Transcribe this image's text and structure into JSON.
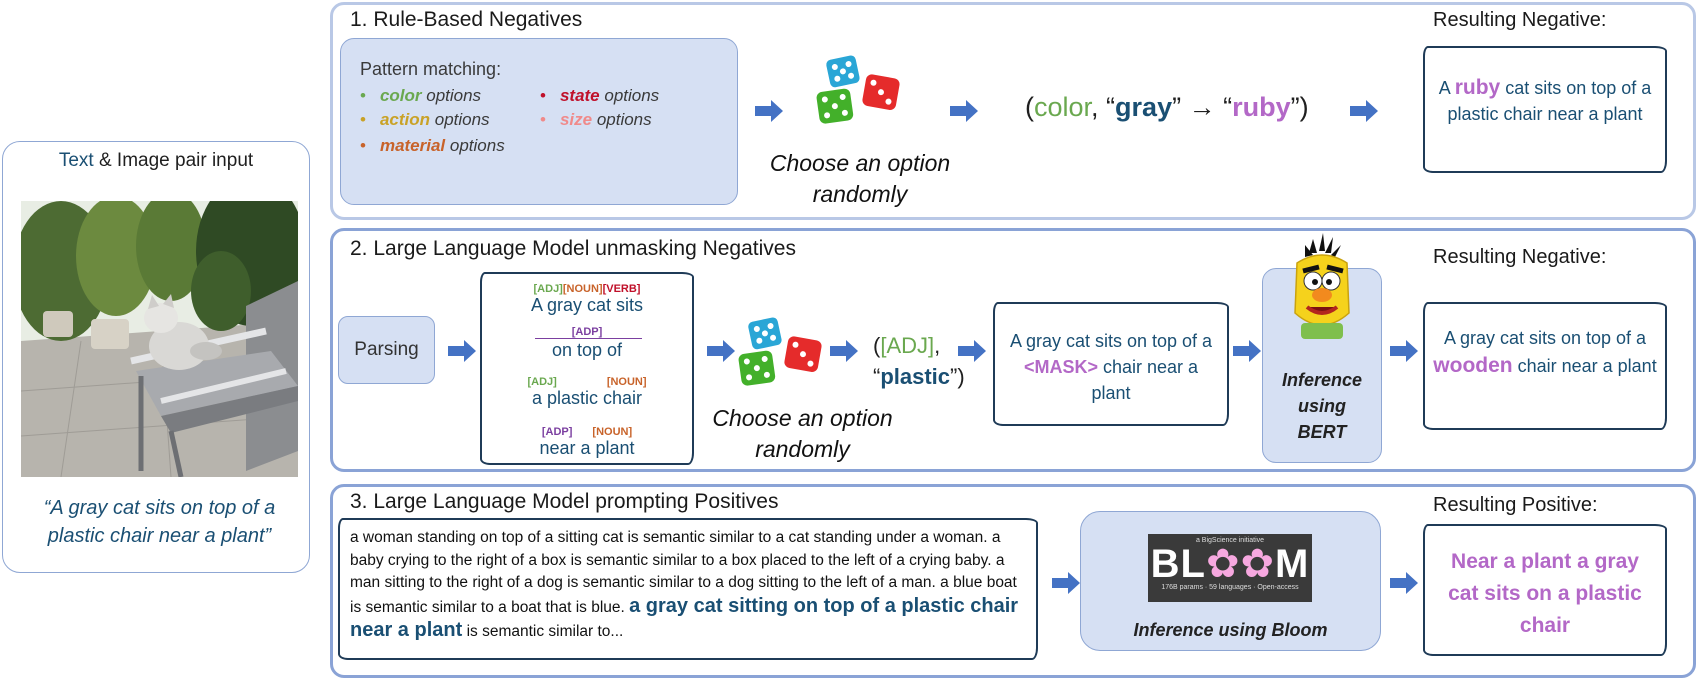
{
  "input_panel": {
    "title_text": "Text",
    "title_rest": " & Image pair input",
    "caption": "“A gray cat sits on top of a plastic chair near a plant”"
  },
  "section1": {
    "title": "1. Rule-Based Negatives",
    "pattern_title": "Pattern matching:",
    "options": [
      {
        "keyword": "color",
        "suffix": " options",
        "color": "#6aa84f"
      },
      {
        "keyword": "action",
        "suffix": " options",
        "color": "#c9a227"
      },
      {
        "keyword": "material",
        "suffix": " options",
        "color": "#c8632a"
      },
      {
        "keyword": "state",
        "suffix": " options",
        "color": "#c0102a"
      },
      {
        "keyword": "size",
        "suffix": " options",
        "color": "#f08a8a"
      }
    ],
    "choose_text": "Choose an option randomly",
    "tuple": {
      "open": "(",
      "attr": "color",
      "comma": ", “",
      "from": "gray",
      "arrow": "” → “",
      "to": "ruby",
      "close": "”)"
    },
    "result_title": "Resulting Negative:",
    "result": {
      "pre": "A ",
      "word": "ruby",
      "post": " cat sits on top of a plastic chair  near a plant"
    }
  },
  "section2": {
    "title": "2. Large Language Model unmasking Negatives",
    "parsing": "Parsing",
    "parse_rows": [
      {
        "tags": [
          {
            "t": "[ADJ]",
            "c": "#6aa84f"
          },
          {
            "t": "[NOUN]",
            "c": "#c8632a"
          },
          {
            "t": "[VERB]",
            "c": "#c0102a"
          }
        ],
        "text": "A gray cat sits"
      },
      {
        "tags": [
          {
            "t": "[ADP]",
            "c": "#7b3fa0"
          }
        ],
        "text": "on top of"
      },
      {
        "tags": [
          {
            "t": "[ADJ]",
            "c": "#6aa84f"
          },
          {
            "t": "[NOUN]",
            "c": "#c8632a"
          }
        ],
        "text": "a plastic chair"
      },
      {
        "tags": [
          {
            "t": "[ADP]",
            "c": "#7b3fa0"
          },
          {
            "t": "[NOUN]",
            "c": "#c8632a"
          }
        ],
        "text": "near a plant"
      }
    ],
    "choose_text": "Choose an option randomly",
    "tuple": {
      "open": "(",
      "tag": "[ADJ]",
      "comma": ",",
      "quote_open": "“",
      "word": "plastic",
      "close": "”)"
    },
    "masked": {
      "pre": "A gray cat sits on top of a ",
      "mask": "<MASK>",
      "post": " chair near a plant"
    },
    "bert_label": "Inference using BERT",
    "result_title": "Resulting Negative:",
    "result": {
      "pre": "A gray cat sits on top of a ",
      "word": "wooden",
      "post": " chair near a plant"
    }
  },
  "section3": {
    "title": "3. Large Language Model prompting Positives",
    "prompt_text": "a woman standing on top of a sitting cat is semantic similar to a cat standing under a woman. a baby crying to the right of a box is semantic similar to a box placed to the left of a crying baby. a man sitting to the right of a dog is semantic similar to a dog sitting to the left of a man. a blue boat is semantic similar to a boat that is blue. ",
    "prompt_bold": "a gray cat sitting on top of a plastic chair near a plant",
    "prompt_tail": " is semantic similar to...",
    "bloom": {
      "top": "a BigScience initiative",
      "name_left": "BL",
      "name_right": "M",
      "bottom": "176B params · 59 languages · Open-access"
    },
    "bloom_label": "Inference using Bloom",
    "result_title": "Resulting Positive:",
    "result": "Near a plant a gray cat sits on a plastic chair"
  },
  "colors": {
    "navy": "#1a4f73",
    "purple": "#b368c7",
    "panel_border": "#b9c8e6",
    "box_fill": "#d6e0f3",
    "arrow": "#4472c4"
  }
}
